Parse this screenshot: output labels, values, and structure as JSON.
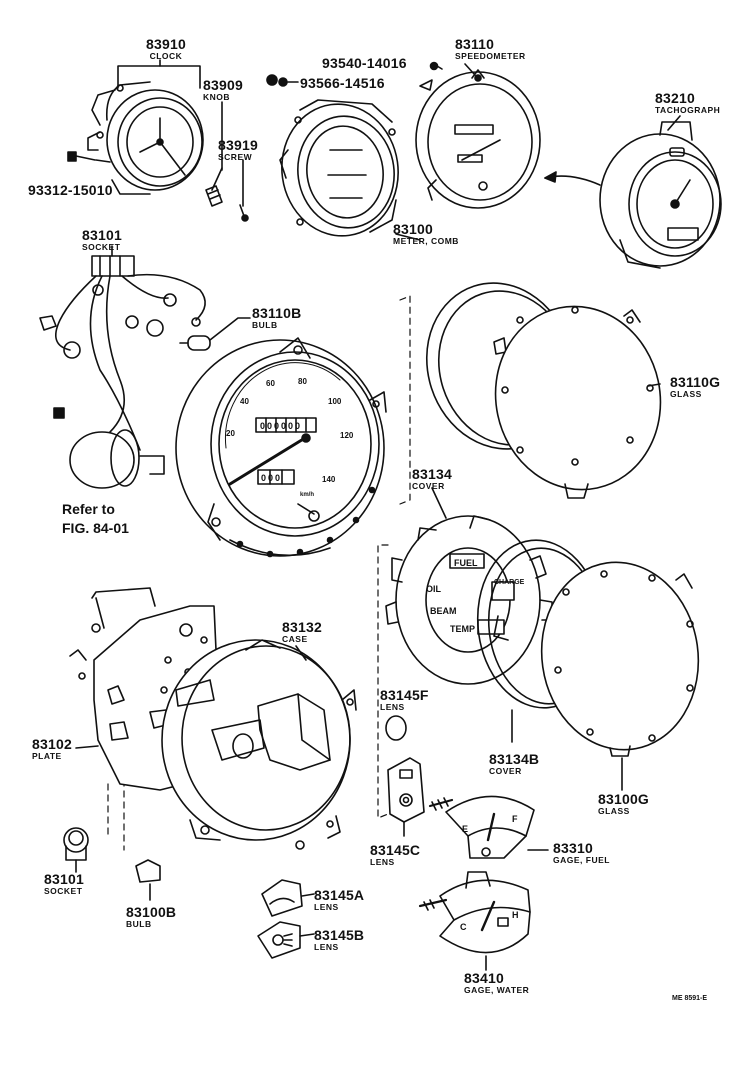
{
  "labels": {
    "clock": {
      "number": "83910",
      "desc": "CLOCK"
    },
    "knob": {
      "number": "83909",
      "desc": "KNOB"
    },
    "screw": {
      "number": "83919",
      "desc": "SCREW"
    },
    "bolt_clock": {
      "number": "93312-15010"
    },
    "screw_a": {
      "number": "93540-14016"
    },
    "screw_b": {
      "number": "93566-14516"
    },
    "speedometer": {
      "number": "83110",
      "desc": "SPEEDOMETER"
    },
    "tachograph": {
      "number": "83210",
      "desc": "TACHOGRAPH"
    },
    "meter_comb": {
      "number": "83100",
      "desc": "METER, COMB"
    },
    "socket_top": {
      "number": "83101",
      "desc": "SOCKET"
    },
    "bulb_top": {
      "number": "83110B",
      "desc": "BULB"
    },
    "glass_top": {
      "number": "83110G",
      "desc": "GLASS"
    },
    "cover": {
      "number": "83134",
      "desc": "COVER"
    },
    "case": {
      "number": "83132",
      "desc": "CASE"
    },
    "plate": {
      "number": "83102",
      "desc": "PLATE"
    },
    "lens_f": {
      "number": "83145F",
      "desc": "LENS"
    },
    "cover_b": {
      "number": "83134B",
      "desc": "COVER"
    },
    "glass_bottom": {
      "number": "83100G",
      "desc": "GLASS"
    },
    "lens_c": {
      "number": "83145C",
      "desc": "LENS"
    },
    "gage_fuel": {
      "number": "83310",
      "desc": "GAGE, FUEL"
    },
    "socket_bottom": {
      "number": "83101",
      "desc": "SOCKET"
    },
    "bulb_bottom": {
      "number": "83100B",
      "desc": "BULB"
    },
    "lens_a": {
      "number": "83145A",
      "desc": "LENS"
    },
    "lens_b": {
      "number": "83145B",
      "desc": "LENS"
    },
    "gage_water": {
      "number": "83410",
      "desc": "GAGE, WATER"
    }
  },
  "reference": {
    "line1": "Refer to",
    "line2": "FIG. 84-01"
  },
  "drawing_code": "ME 8591-E",
  "dial": {
    "speed_ticks": [
      "20",
      "40",
      "60",
      "80",
      "100",
      "120",
      "140"
    ],
    "odometer": "000000",
    "trip": "000",
    "unit": "km/h"
  },
  "warning_words": [
    "FUEL",
    "OIL",
    "CHARGE",
    "BEAM",
    "TEMP"
  ],
  "fuel_gauge": {
    "empty": "E",
    "full": "F"
  },
  "water_gauge": {
    "cold": "C",
    "hot": "H"
  }
}
